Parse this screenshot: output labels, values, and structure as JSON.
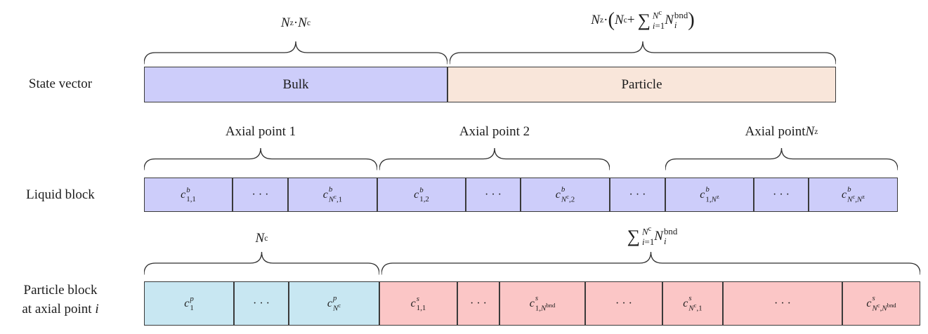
{
  "colors": {
    "bulk": "#cdcdfa",
    "particle_segment": "#f9e6da",
    "liquid_cell": "#cdcdfa",
    "particle_p_cell": "#c8e7f2",
    "particle_s_cell": "#fbc6c6",
    "border": "#3a3a3a",
    "line": "#2f2f2f"
  },
  "row_labels": {
    "state": "State vector",
    "liquid": "Liquid block",
    "particle_line1": "Particle block",
    "particle_line2_html": "at axial point <i>i</i>"
  },
  "state_row": {
    "brace_label_bulk_html": "<i>N</i><sup>z</sup> · <i>N</i><sup>c</sup>",
    "brace_label_particle_html": "<i>N</i><sup>z</sup> · <span class=\"bigp\">(</span><i>N</i><sup>c</sup> + <span class=\"sum\">∑</span><span class=\"ss\"><span class=\"u\"><i>N</i><sup>c</sup></span><span class=\"d\"><i>i</i>=1</span></span> <i>N</i><span class=\"ss\"><span class=\"u\">bnd</span><span class=\"d\"><i>i</i></span></span><span class=\"bigp\">)</span>",
    "segments": {
      "bulk": "Bulk",
      "particle": "Particle"
    }
  },
  "liquid_row": {
    "brace_labels": {
      "axial1": "Axial point 1",
      "axial2": "Axial point 2",
      "axialN_html": "Axial point <i>N</i><sup>z</sup>"
    },
    "cells": [
      "<i>c</i><span class=\"ss\"><span class=\"u\"><i>b</i></span><span class=\"d\">1,1</span></span>",
      "· · ·",
      "<i>c</i><span class=\"ss\"><span class=\"u\"><i>b</i></span><span class=\"d\"><i>N</i><sup>c</sup>,1</span></span>",
      "<i>c</i><span class=\"ss\"><span class=\"u\"><i>b</i></span><span class=\"d\">1,2</span></span>",
      "· · ·",
      "<i>c</i><span class=\"ss\"><span class=\"u\"><i>b</i></span><span class=\"d\"><i>N</i><sup>c</sup>,2</span></span>",
      "· · ·",
      "<i>c</i><span class=\"ss\"><span class=\"u\"><i>b</i></span><span class=\"d\">1,<i>N</i><sup>z</sup></span></span>",
      "· · ·",
      "<i>c</i><span class=\"ss\"><span class=\"u\"><i>b</i></span><span class=\"d\"><i>N</i><sup>c</sup>,<i>N</i><sup>z</sup></span></span>"
    ]
  },
  "particle_row": {
    "brace_label_nc_html": "<i>N</i><sup>c</sup>",
    "brace_label_sum_html": "<span class=\"sum\">∑</span><span class=\"ss\"><span class=\"u\"><i>N</i><sup>c</sup></span><span class=\"d\"><i>i</i>=1</span></span> <i>N</i><span class=\"ss\"><span class=\"u\">bnd</span><span class=\"d\"><i>i</i></span></span>",
    "cells": [
      "<i>c</i><span class=\"ss\"><span class=\"u\"><i>p</i></span><span class=\"d\">1</span></span>",
      "· · ·",
      "<i>c</i><span class=\"ss\"><span class=\"u\"><i>p</i></span><span class=\"d\"><i>N</i><sup>c</sup></span></span>",
      "<i>c</i><span class=\"ss\"><span class=\"u\"><i>s</i></span><span class=\"d\">1,1</span></span>",
      "· · ·",
      "<i>c</i><span class=\"ss\"><span class=\"u\"><i>s</i></span><span class=\"d\">1,<i>N</i><sup>bnd</sup></span></span>",
      "· · ·",
      "<i>c</i><span class=\"ss\"><span class=\"u\"><i>s</i></span><span class=\"d\"><i>N</i><sup>c</sup>,1</span></span>",
      "· · ·",
      "<i>c</i><span class=\"ss\"><span class=\"u\"><i>s</i></span><span class=\"d\"><i>N</i><sup>c</sup>,<i>N</i><sup>bnd</sup></span></span>"
    ]
  }
}
